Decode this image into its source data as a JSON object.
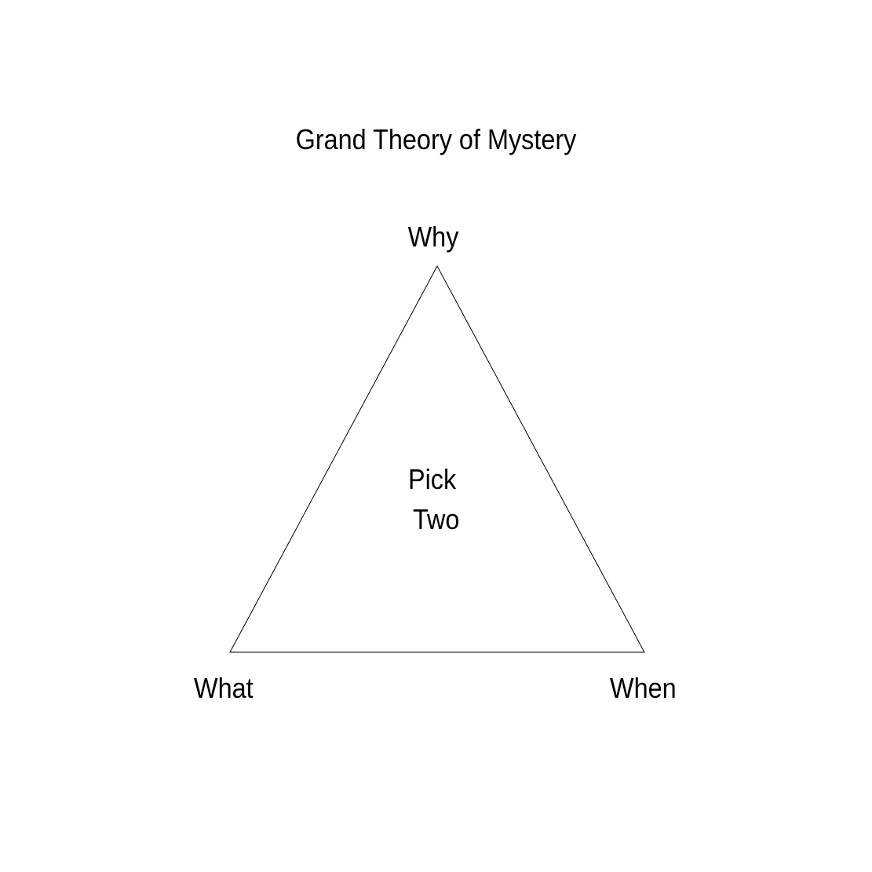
{
  "diagram": {
    "title": "Grand Theory of Mystery",
    "vertices": {
      "top": "Why",
      "bottom_left": "What",
      "bottom_right": "When"
    },
    "center_text": [
      "Pick",
      "Two"
    ],
    "colors": {
      "background": "#ffffff",
      "stroke": "#000000",
      "text": "#000000"
    }
  }
}
